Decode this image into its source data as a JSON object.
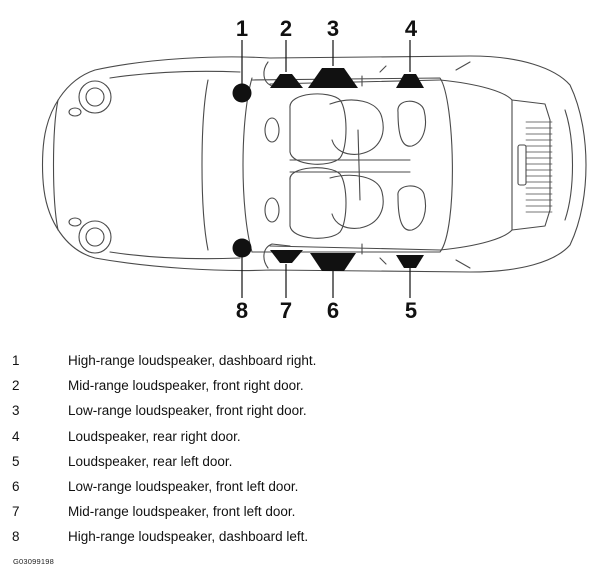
{
  "figure_code": "G03099198",
  "callouts": [
    "1",
    "2",
    "3",
    "4",
    "5",
    "6",
    "7",
    "8"
  ],
  "legend": [
    {
      "num": "1",
      "text": "High-range loudspeaker, dashboard right."
    },
    {
      "num": "2",
      "text": "Mid-range loudspeaker, front right door."
    },
    {
      "num": "3",
      "text": "Low-range loudspeaker, front right door."
    },
    {
      "num": "4",
      "text": "Loudspeaker, rear right door."
    },
    {
      "num": "5",
      "text": "Loudspeaker, rear left door."
    },
    {
      "num": "6",
      "text": "Low-range loudspeaker, front left door."
    },
    {
      "num": "7",
      "text": "Mid-range loudspeaker, front left door."
    },
    {
      "num": "8",
      "text": "High-range loudspeaker, dashboard left."
    }
  ],
  "colors": {
    "ink": "#111111",
    "outline": "#4a4a4a",
    "background": "#ffffff"
  }
}
